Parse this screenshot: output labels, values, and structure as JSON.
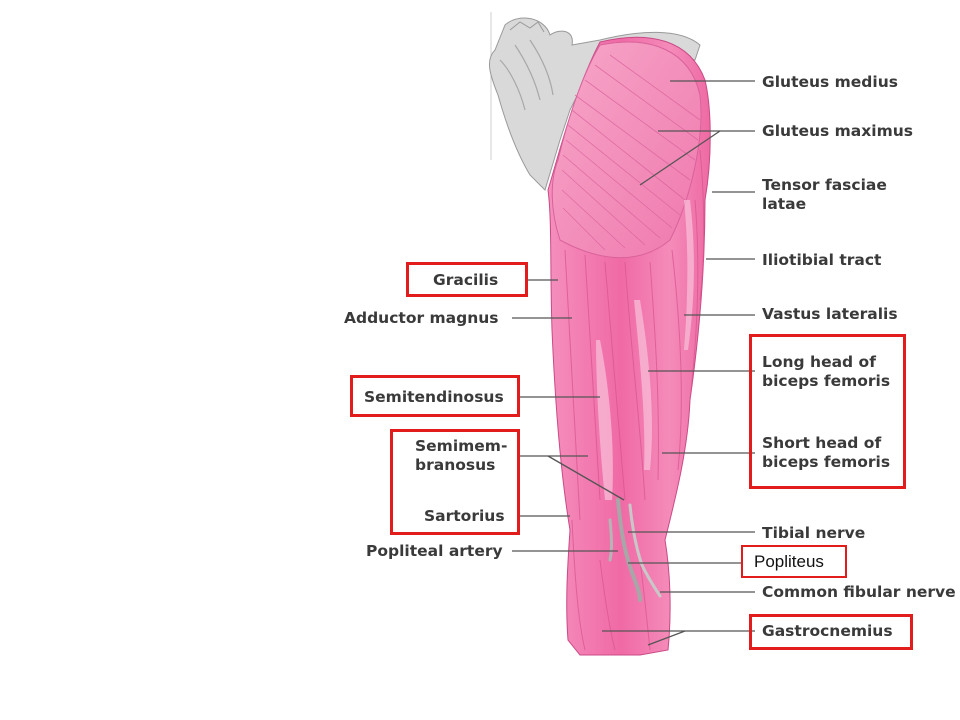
{
  "diagram": {
    "labels_right": {
      "gluteus_medius": "Gluteus medius",
      "gluteus_maximus": "Gluteus maximus",
      "tensor_fasciae_latae": [
        "Tensor fasciae",
        "latae"
      ],
      "iliotibial_tract": "Iliotibial tract",
      "vastus_lateralis": "Vastus lateralis",
      "long_head_biceps": [
        "Long head of",
        "biceps femoris"
      ],
      "short_head_biceps": [
        "Short head of",
        "biceps femoris"
      ],
      "tibial_nerve": "Tibial nerve",
      "popliteus": "Popliteus",
      "common_fibular_nerve": "Common fibular nerve",
      "gastrocnemius": "Gastrocnemius"
    },
    "labels_left": {
      "gracilis": "Gracilis",
      "adductor_magnus": "Adductor magnus",
      "semitendinosus": "Semitendinosus",
      "semimembranosus": [
        "Semimem-",
        "branosus"
      ],
      "sartorius": "Sartorius",
      "popliteal_artery": "Popliteal artery"
    },
    "colors": {
      "muscle": "#f27fb0",
      "muscle_dark": "#d94f8d",
      "bone": "#d9d9d9",
      "highlight_box": "#e21b1b",
      "leader_line": "#555555"
    }
  }
}
